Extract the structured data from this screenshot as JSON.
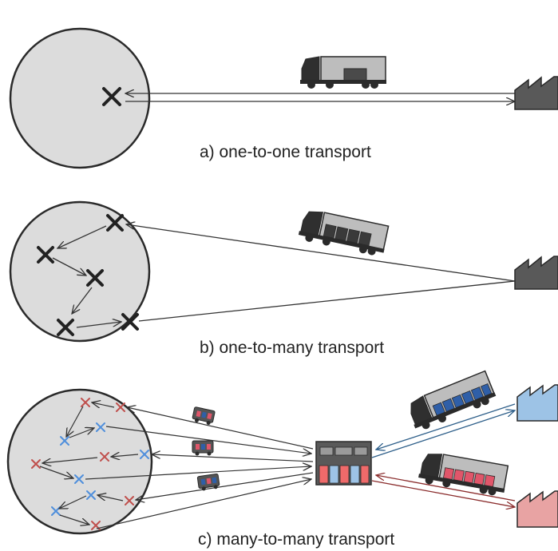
{
  "captions": {
    "a": "a) one-to-one transport",
    "b": "b) one-to-many transport",
    "c": "c) many-to-many transport"
  },
  "colors": {
    "region_fill": "#dcdcdc",
    "outline": "#2a2a2a",
    "factory_grey": "#595959",
    "factory_blue": "#9dc3e6",
    "factory_red": "#e8a3a3",
    "cross_dark": "#222222",
    "cross_red": "#c0504d",
    "cross_blue": "#4f8fdc",
    "arrow_blue": "#2e5f8a",
    "arrow_red": "#8b2e2e",
    "box_blue": "#2f5fa8",
    "box_red": "#e0566a",
    "hub_blue": "#9dc3e6",
    "hub_red": "#ef6a6a"
  },
  "icons": [
    "truck-icon",
    "factory-icon",
    "hub-warehouse-icon",
    "van-icon",
    "cross-marker-icon"
  ]
}
